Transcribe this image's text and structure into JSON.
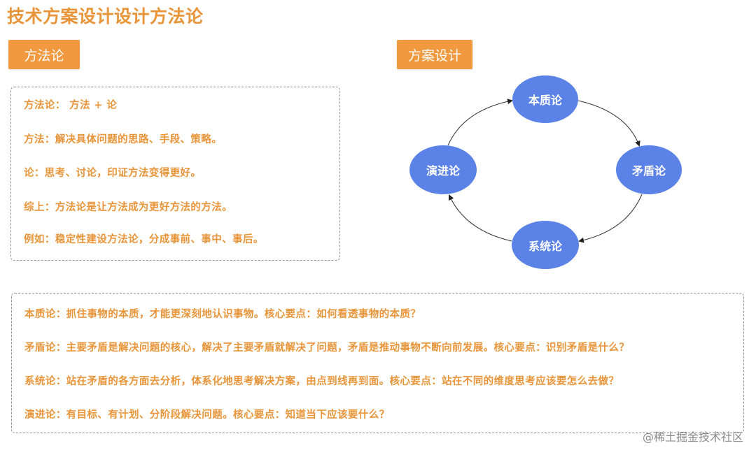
{
  "title": "技术方案设计设计方法论",
  "tags": {
    "left": "方法论",
    "right": "方案设计"
  },
  "methodology_lines": [
    "方法论： 方法 + 论",
    "方法：解决具体问题的思路、手段、策略。",
    "论：思考、讨论，印证方法变得更好。",
    "综上：方法论是让方法成为更好方法的方法。",
    "例如：稳定性建设方法论，分成事前、事中、事后。"
  ],
  "cycle": {
    "top": "本质论",
    "right": "矛盾论",
    "bottom": "系统论",
    "left": "演进论"
  },
  "detail_lines": [
    "本质论：抓住事物的本质，才能更深刻地认识事物。核心要点：如何看透事物的本质？",
    "矛盾论：主要矛盾是解决问题的核心，解决了主要矛盾就解决了问题，矛盾是推动事物不断向前发展。核心要点：识别矛盾是什么？",
    "系统论：站在矛盾的各方面去分析，体系化地思考解决方案，由点到线再到面。核心要点：站在不同的维度思考应该要怎么去做？",
    "演进论：有目标、有计划、分阶段解决问题。核心要点：知道当下应该要什么？"
  ],
  "watermark": "@稀土掘金技术社区",
  "colors": {
    "accent": "#e8953a",
    "tag_bg": "#f0993e",
    "node": "#5b82e6"
  }
}
